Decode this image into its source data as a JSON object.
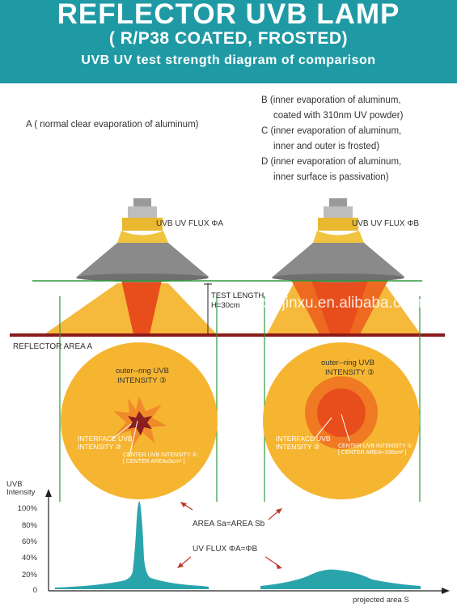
{
  "header": {
    "title": "REFLECTOR UVB LAMP",
    "subtitle": "( R/P38 COATED, FROSTED)",
    "caption": "UVB UV test strength diagram of comparison"
  },
  "legend": {
    "a": "A ( normal clear evaporation of aluminum)",
    "b1": "B (inner evaporation of aluminum,",
    "b2": "coated with 310nm UV powder)",
    "c1": "C (inner evaporation of aluminum,",
    "c2": "inner and outer is frosted)",
    "d1": "D (inner evaporation of aluminum,",
    "d2": "inner surface is passivation)"
  },
  "lamps": {
    "flux_a": "UVB UV FLUX ΦA",
    "flux_b": "UVB UV FLUX ΦB"
  },
  "test": {
    "length_label": "TEST LENGTH",
    "length_value": "H=30cm",
    "reflector_area": "REFLECTOR AREA A"
  },
  "circle_a": {
    "outer1": "outer--ring UVB",
    "outer2": "INTENSITY ③",
    "interface1": "INTERFACE UVB",
    "interface2": "INTENSITY ②",
    "center1": "CENTER UVB INTENSITY ①",
    "center2": "[ CENTER AREA≤5cm² ]"
  },
  "circle_b": {
    "outer1": "outer--ring UVB",
    "outer2": "INTENSITY ③",
    "interface1": "INTERFACE UVB",
    "interface2": "INTENSITY ②",
    "center1": "CENTER UVB INTENSITY ①",
    "center2": "[ CENTER AREA≈100cm² ]"
  },
  "graph": {
    "ylabel1": "UVB",
    "ylabel2": "Intensity",
    "ticks": [
      "100%",
      "80%",
      "60%",
      "40%",
      "20%",
      "0"
    ],
    "area_note": "AREA Sa=AREA Sb",
    "flux_note": "UV FLUX ΦA=ΦB",
    "xlabel": "projected area  S"
  },
  "watermark": "cczjinxu.en.alibaba.com",
  "colors": {
    "header": "#1f9aa5",
    "beam": "#f5b93c",
    "core": "#e84e1b",
    "circle": "#f6b531",
    "reflector_line": "#8b1a1a",
    "guide_line": "#2e9a3a",
    "curve": "#2aa4ab"
  }
}
